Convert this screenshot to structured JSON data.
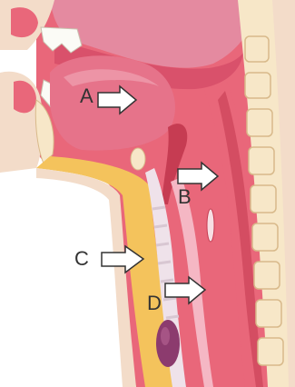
{
  "labels": {
    "a": "A",
    "b": "B",
    "c": "C",
    "d": "D"
  },
  "colors": {
    "skin": "#f3dcc9",
    "fat": "#f4c35c",
    "muscle": "#e9677a",
    "muscle_dark": "#c63c52",
    "tongue": "#e6738a",
    "bone": "#f7e7c8",
    "teeth": "#fbfbf6",
    "cartilage": "#efe2ea",
    "purple": "#8c3b6e"
  },
  "arrow_icon": "right-arrow-icon"
}
